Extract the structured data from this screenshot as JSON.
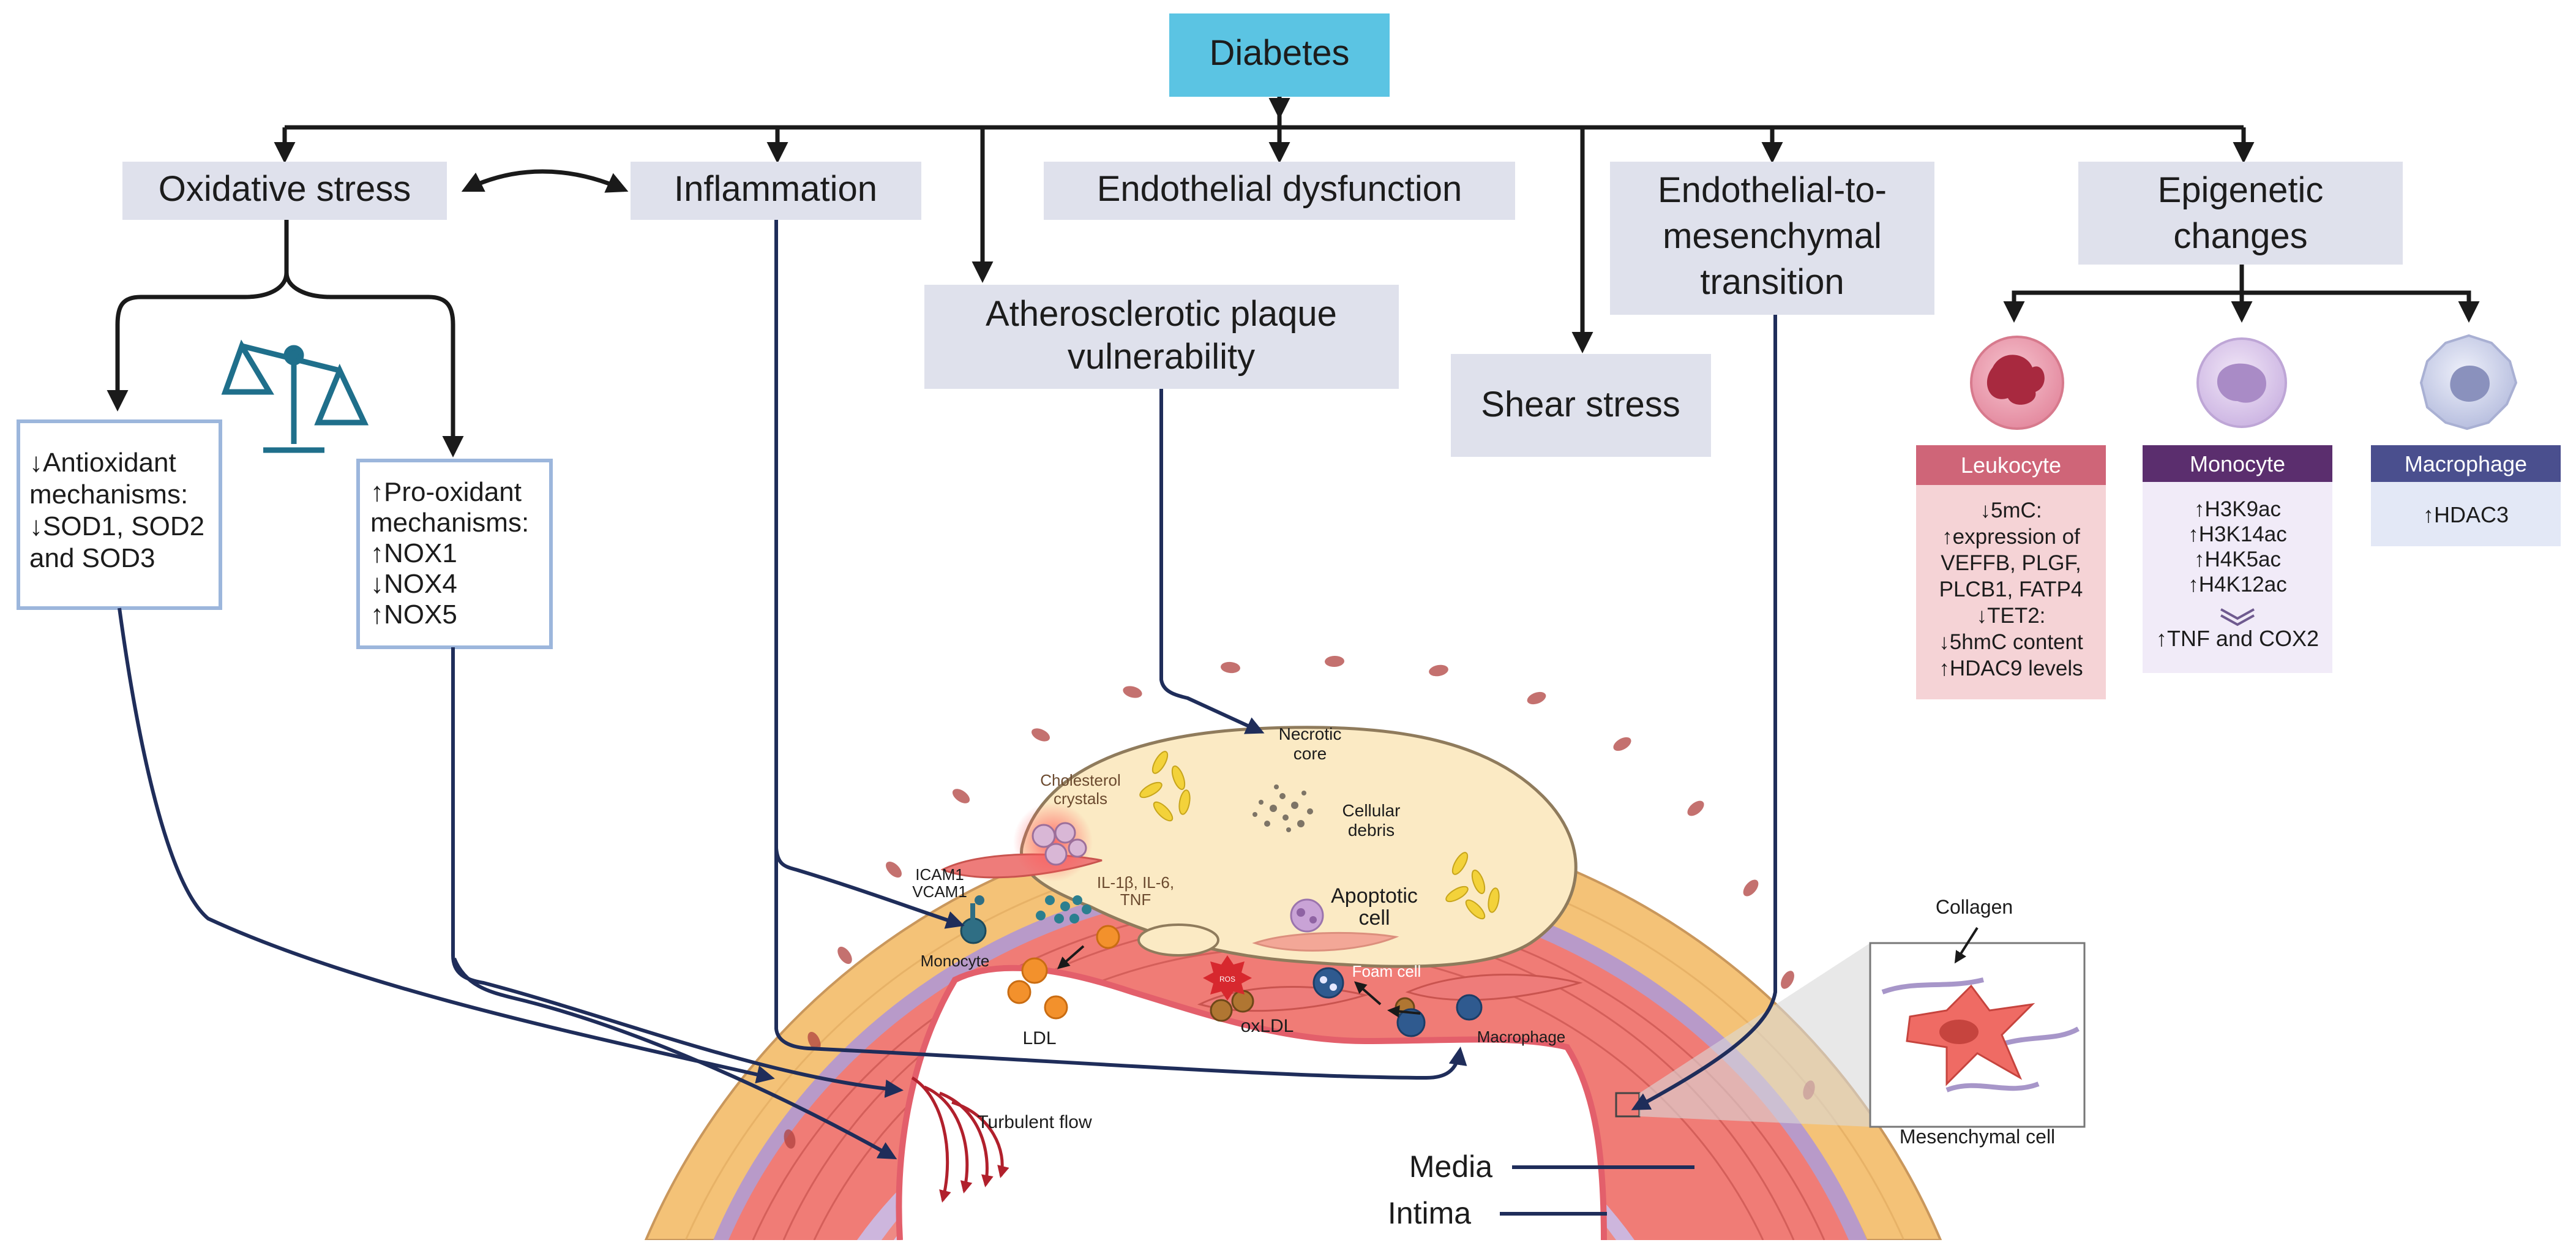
{
  "top": {
    "diabetes": "Diabetes"
  },
  "categories": {
    "oxidative_stress": "Oxidative stress",
    "inflammation": "Inflammation",
    "endothelial_dysfunction": "Endothelial dysfunction",
    "plaque_vulnerability": [
      "Atherosclerotic plaque",
      "vulnerability"
    ],
    "shear_stress": "Shear stress",
    "endmt": [
      "Endothelial-to-",
      "mesenchymal",
      "transition"
    ],
    "epigenetic": [
      "Epigenetic",
      "changes"
    ]
  },
  "antioxidant": [
    "↓Antioxidant",
    "mechanisms:",
    "↓SOD1, SOD2",
    "and SOD3"
  ],
  "prooxidant": [
    "↑Pro-oxidant",
    "mechanisms:",
    "↑NOX1",
    "↓NOX4",
    "↑NOX5"
  ],
  "cells": {
    "leukocyte": {
      "title": "Leukocyte",
      "lines": [
        "↓5mC:",
        "↑expression of",
        "VEFFB, PLGF,",
        "PLCB1, FATP4",
        "↓TET2:",
        "↓5hmC content",
        "↑HDAC9 levels"
      ]
    },
    "monocyte": {
      "title": "Monocyte",
      "lines": [
        "↑H3K9ac",
        "↑H3K14ac",
        "↑H4K5ac",
        "↑H4K12ac"
      ],
      "result": "↑TNF and COX2"
    },
    "macrophage": {
      "title": "Macrophage",
      "lines": [
        "↑HDAC3"
      ]
    }
  },
  "artery_labels": {
    "necrotic_core": [
      "Necrotic",
      "core"
    ],
    "cholesterol_crystals": [
      "Cholesterol",
      "crystals"
    ],
    "cellular_debris": [
      "Cellular",
      "debris"
    ],
    "apoptotic_cell": [
      "Apoptotic",
      "cell"
    ],
    "adhesion": [
      "ICAM1",
      "VCAM1"
    ],
    "cytokines": [
      "IL-1β, IL-6,",
      "TNF"
    ],
    "monocyte": "Monocyte",
    "ldl": "LDL",
    "ros": "ROS",
    "foam_cell": "Foam cell",
    "oxldl": "oxLDL",
    "macrophage": "Macrophage",
    "turbulent_flow": "Turbulent flow",
    "collagen": "Collagen",
    "mesenchymal_cell": "Mesenchymal cell",
    "media": "Media",
    "intima": "Intima"
  },
  "colors": {
    "diabetes_box": "#5bc4e3",
    "category_box": "#dfe1ec",
    "arrow_dark": "#1f2d5a",
    "leukocyte_header": "#cf6578",
    "leukocyte_body": "#f5d3d6",
    "monocyte_header": "#5b2e6e",
    "monocyte_body": "#f1ebf8",
    "macrophage_header": "#4a4f8e",
    "macrophage_body": "#e3e8f6",
    "adventitia": "#f4c277",
    "media_wall": "#f07c76",
    "intima_lining": "#cdb6dd",
    "necrotic_core": "#fbeac4"
  }
}
